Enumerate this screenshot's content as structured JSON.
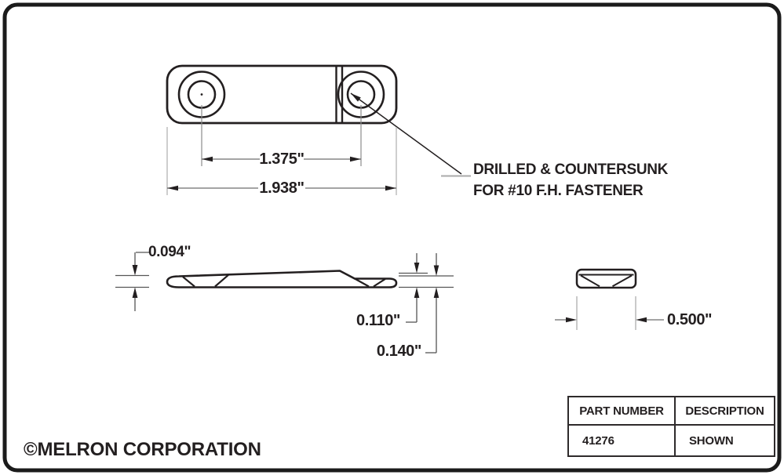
{
  "sheet": {
    "footer_copyright": "©MELRON CORPORATION"
  },
  "top_view": {
    "dim_hole_spacing": "1.375\"",
    "dim_overall_length": "1.938\"",
    "note_line1": "DRILLED & COUNTERSUNK",
    "note_line2": "FOR #10 F.H. FASTENER"
  },
  "side_view": {
    "dim_left_thickness": "0.094\"",
    "dim_end_thickness": "0.110\"",
    "dim_max_thickness": "0.140\""
  },
  "end_view": {
    "dim_width": "0.500\""
  },
  "parts_table": {
    "headers": [
      "PART NUMBER",
      "DESCRIPTION"
    ],
    "rows": [
      {
        "part_number": "41276",
        "description": "SHOWN"
      }
    ]
  },
  "colors": {
    "ink": "#231f20",
    "extension_line_light": "#b3b3b3",
    "extension_line_mid": "#8c8c8c",
    "dimension_line": "#6e6e6e",
    "thin_line": "#555555",
    "background": "#ffffff"
  }
}
